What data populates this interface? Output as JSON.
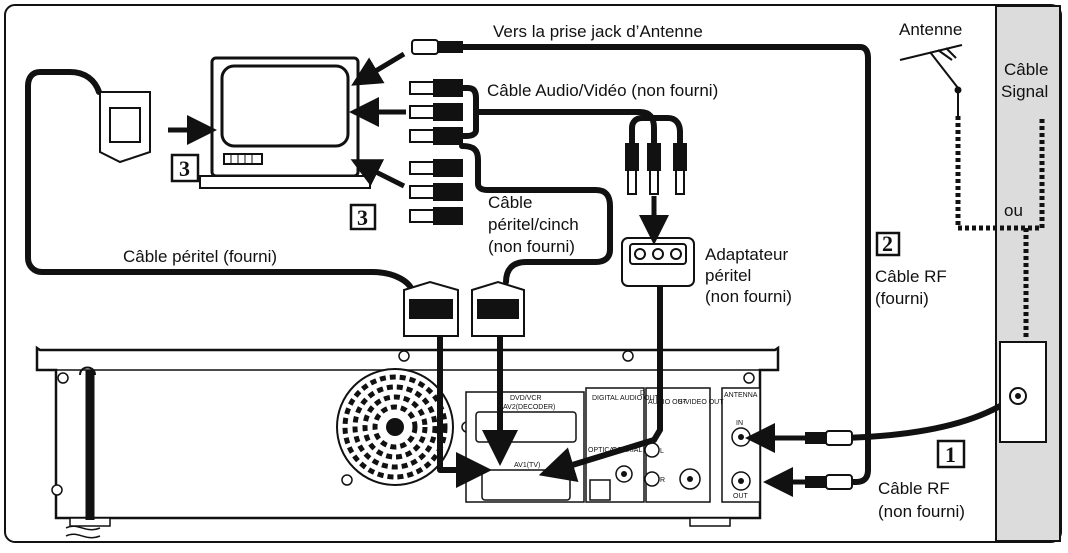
{
  "labels": {
    "antenna_jack": "Vers la prise jack d’Antenne",
    "antenna": "Antenne",
    "cable_signal_1": "Câble",
    "cable_signal_2": "Signal",
    "ou": "ou",
    "av_cable": "Câble Audio/Vidéo (non fourni)",
    "scart_cinch_1": "Câble",
    "scart_cinch_2": "péritel/cinch",
    "scart_cinch_3": "(non fourni)",
    "scart_cable": "Câble péritel (fourni)",
    "scart_adapter_1": "Adaptateur",
    "scart_adapter_2": "péritel",
    "scart_adapter_3": "(non fourni)",
    "rf_cable_supplied_1": "Câble RF",
    "rf_cable_supplied_2": "(fourni)",
    "rf_cable_not_supplied_1": "Câble RF",
    "rf_cable_not_supplied_2": "(non fourni)"
  },
  "steps": {
    "step_1": "1",
    "step_2": "2",
    "step_3a": "3",
    "step_3b": "3"
  },
  "panel_labels": {
    "dvd_vcr": "DVD/VCR",
    "av2_decoder": "AV2(DECODER)",
    "av1_tv": "AV1(TV)",
    "digital_audio_out": "DIGITAL AUDIO OUT",
    "optical": "OPTICAL",
    "coaxial": "COAXIAL",
    "audio_out": "AUDIO OUT",
    "s_video_out": "S-VIDEO OUT",
    "d_letter": "D",
    "l": "L",
    "r": "R",
    "antenna": "ANTENNA",
    "in": "IN",
    "out": "OUT"
  },
  "colors": {
    "line": "#111111",
    "wall": "#dcdcdc",
    "panel": "#ffffff"
  }
}
